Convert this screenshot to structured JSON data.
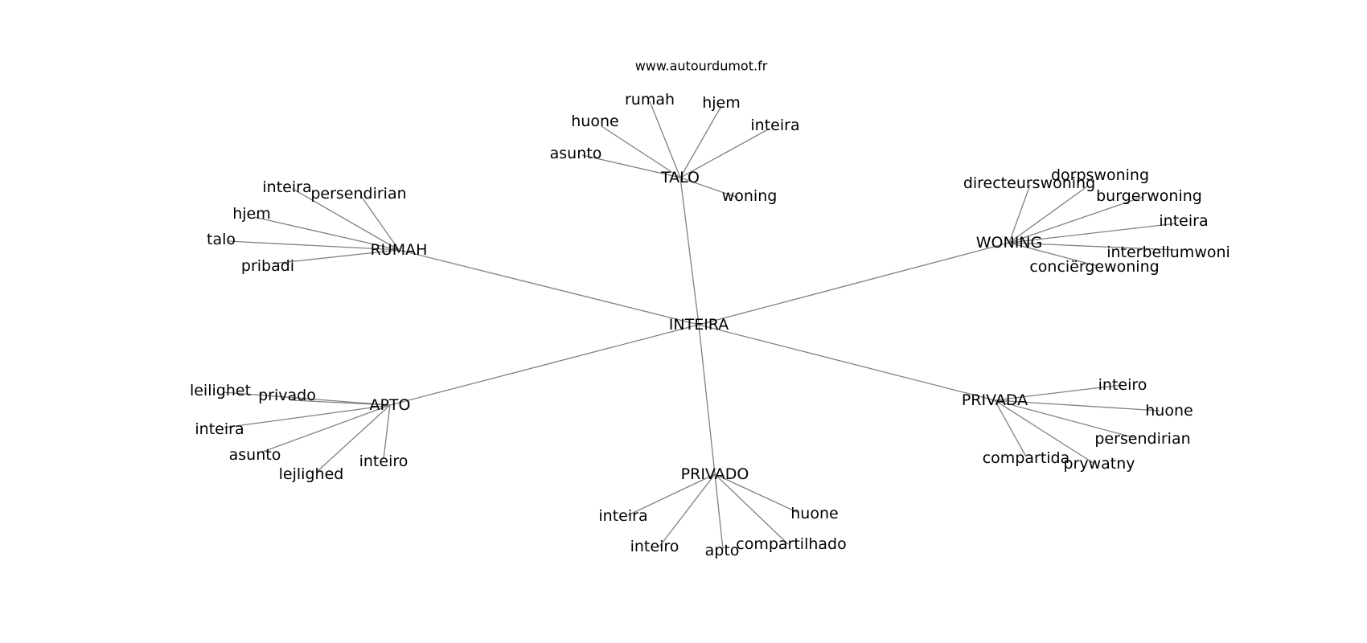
{
  "site": "www.autourdumot.fr",
  "graph": {
    "center": "INTEIRA",
    "clusters": [
      {
        "id": "talo",
        "label": "TALO",
        "leaves": [
          "rumah",
          "hjem",
          "huone",
          "inteira",
          "asunto",
          "woning"
        ]
      },
      {
        "id": "rumah",
        "label": "RUMAH",
        "leaves": [
          "inteira",
          "persendirian",
          "hjem",
          "talo",
          "pribadi"
        ]
      },
      {
        "id": "woning",
        "label": "WONING",
        "leaves": [
          "dorpswoning",
          "directeurswoning",
          "burgerwoning",
          "inteira",
          "interbellumwoni",
          "conciërgewoning"
        ]
      },
      {
        "id": "apto",
        "label": "APTO",
        "leaves": [
          "leilighet",
          "privado",
          "inteira",
          "asunto",
          "lejlighed",
          "inteiro"
        ]
      },
      {
        "id": "privada",
        "label": "PRIVADA",
        "leaves": [
          "inteiro",
          "huone",
          "persendirian",
          "compartida",
          "prywatny"
        ]
      },
      {
        "id": "privado",
        "label": "PRIVADO",
        "leaves": [
          "huone",
          "inteira",
          "compartilhado",
          "inteiro",
          "apto"
        ]
      }
    ]
  }
}
